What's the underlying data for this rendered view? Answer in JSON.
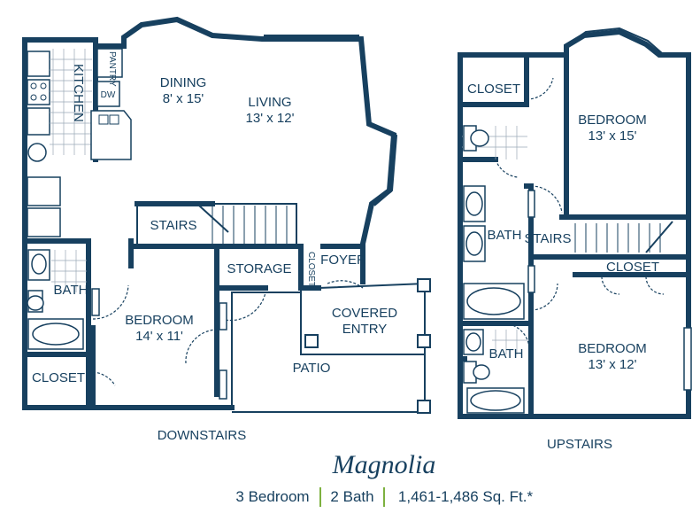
{
  "floors": {
    "downstairs": {
      "caption": "DOWNSTAIRS",
      "rooms": {
        "dining": {
          "name": "DINING",
          "size": "8' x 15'"
        },
        "living": {
          "name": "LIVING",
          "size": "13' x 12'"
        },
        "kitchen": {
          "name": "KITCHEN"
        },
        "pantry": {
          "name": "PANTRY"
        },
        "dw": {
          "name": "DW"
        },
        "stairs": {
          "name": "STAIRS"
        },
        "storage": {
          "name": "STORAGE"
        },
        "closet_small": {
          "name": "CLOSET"
        },
        "foyer": {
          "name": "FOYER"
        },
        "bath": {
          "name": "BATH"
        },
        "bedroom": {
          "name": "BEDROOM",
          "size": "14' x 11'"
        },
        "closet": {
          "name": "CLOSET"
        },
        "covered_entry": {
          "line1": "COVERED",
          "line2": "ENTRY"
        },
        "patio": {
          "name": "PATIO"
        }
      }
    },
    "upstairs": {
      "caption": "UPSTAIRS",
      "rooms": {
        "closet_top": {
          "name": "CLOSET"
        },
        "bedroom1": {
          "name": "BEDROOM",
          "size": "13' x 15'"
        },
        "bath1": {
          "name": "BATH"
        },
        "stairs": {
          "name": "STAIRS"
        },
        "closet_mid": {
          "name": "CLOSET"
        },
        "bedroom2": {
          "name": "BEDROOM",
          "size": "13' x 12'"
        },
        "bath2": {
          "name": "BATH"
        }
      }
    }
  },
  "plan": {
    "name": "Magnolia",
    "bedrooms": "3 Bedroom",
    "baths": "2 Bath",
    "area": "1,461-1,486 Sq. Ft.*"
  },
  "colors": {
    "wall": "#17405f",
    "accent": "#7db13f"
  }
}
